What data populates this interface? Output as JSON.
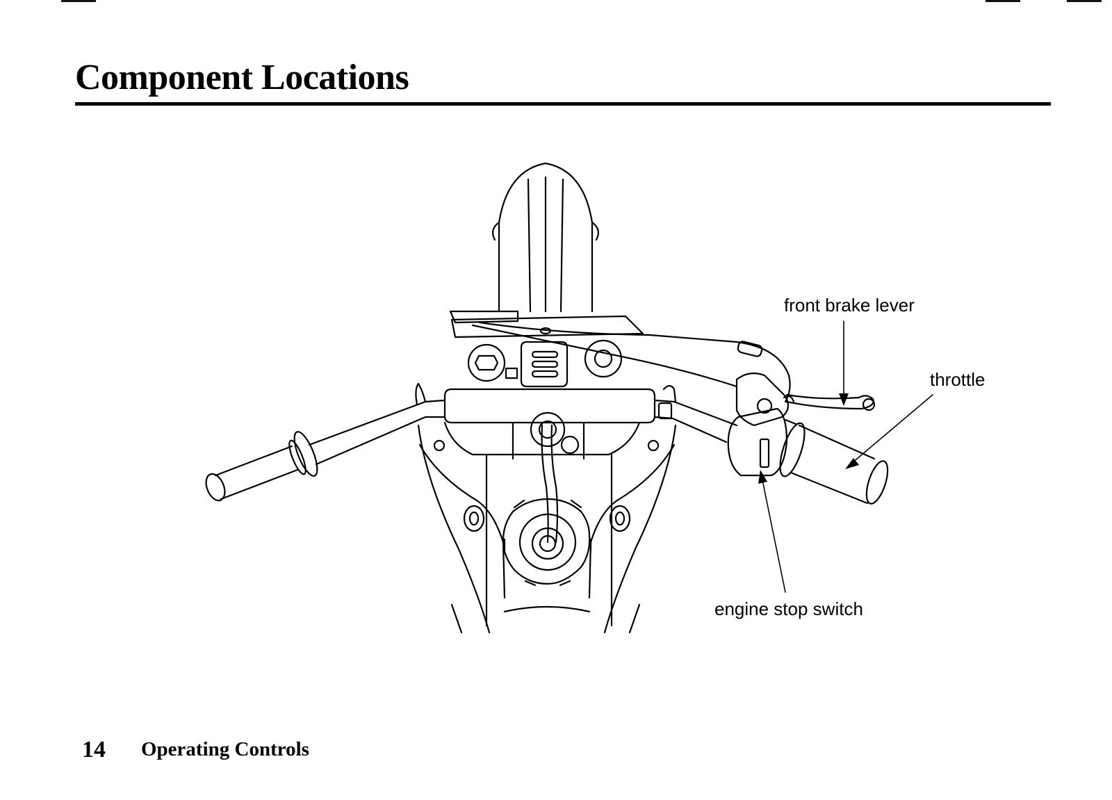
{
  "page": {
    "title": "Component Locations",
    "page_number": "14",
    "section_name": "Operating Controls"
  },
  "diagram": {
    "labels": {
      "front_brake_lever": "front brake lever",
      "throttle": "throttle",
      "engine_stop_switch": "engine stop switch"
    }
  },
  "colors": {
    "ink": "#000000",
    "paper": "#ffffff"
  }
}
